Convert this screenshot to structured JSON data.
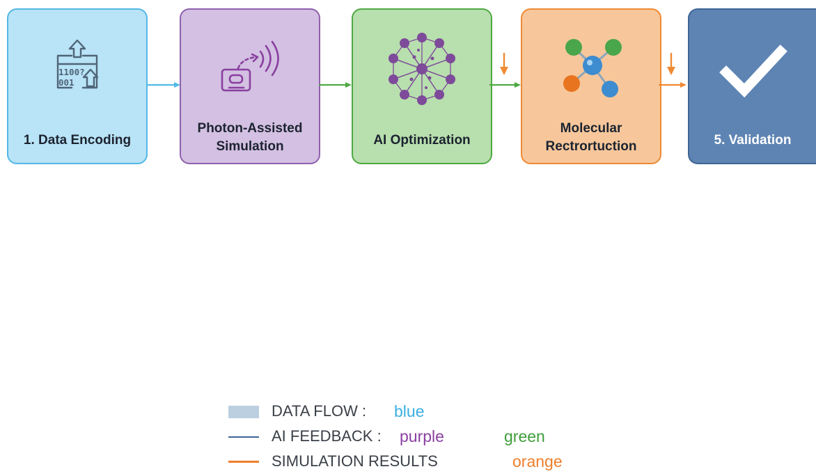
{
  "stages": [
    {
      "label": "1. Data Encoding",
      "icon": "data-encoding-icon",
      "fill": "#b9e3f6",
      "border": "#52b8e6"
    },
    {
      "label": "Photon-Assisted Simulation",
      "icon": "photon-emitter-icon",
      "fill": "#d3c0e2",
      "border": "#8f60ad"
    },
    {
      "label": "AI Optimization",
      "icon": "neural-network-icon",
      "fill": "#b8dfae",
      "border": "#4fa843"
    },
    {
      "label": "Molecular Rectrortuction",
      "icon": "molecule-icon",
      "fill": "#f7c79b",
      "border": "#ef8a34"
    },
    {
      "label": "5. Validation",
      "icon": "checkmark-icon",
      "fill": "#5e84b3",
      "border": "#3e6595"
    }
  ],
  "encoding_icon_text": {
    "line1": "1100?",
    "line2": "001"
  },
  "connectors": [
    "#52b8e6",
    "#4fa843",
    "#4fa843",
    "#ef8a34"
  ],
  "legend": {
    "items": [
      {
        "label": "DATA FLOW :",
        "color_word": "blue",
        "color": "#3aaee0"
      },
      {
        "label": "AI FEEDBACK :",
        "color_word": "purple",
        "color": "#8a3fa0"
      },
      {
        "label": "SIMULATION RESULTS",
        "color_word": "orange",
        "color": "#ee7f2d"
      }
    ],
    "extra_word": {
      "text": "green",
      "color": "#3f9d3a"
    }
  }
}
